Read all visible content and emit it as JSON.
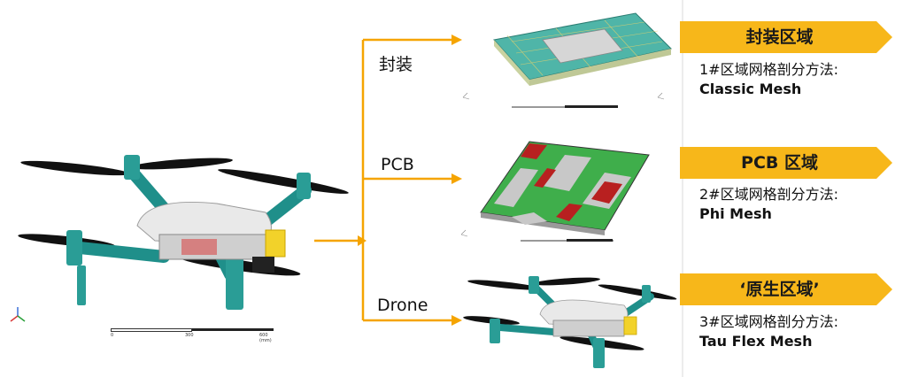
{
  "branches": [
    {
      "label": "封装"
    },
    {
      "label": "PCB"
    },
    {
      "label": "Drone"
    }
  ],
  "regions": [
    {
      "title": "封装区域",
      "method_label": "1#区域网格剖分方法:",
      "method": "Classic Mesh"
    },
    {
      "title": "PCB 区域",
      "method_label": "2#区域网格剖分方法:",
      "method": "Phi Mesh"
    },
    {
      "title": "‘原生区域’",
      "method_label": "3#区域网格剖分方法:",
      "method": "Tau Flex Mesh"
    }
  ],
  "colors": {
    "arrow": "#f5a400",
    "tag": "#f7b71a",
    "frame": "#1f8f8a",
    "body": "#e6e6e6"
  },
  "scale_main": {
    "t0": "0",
    "t1": "300",
    "t2": "600 (mm)"
  }
}
